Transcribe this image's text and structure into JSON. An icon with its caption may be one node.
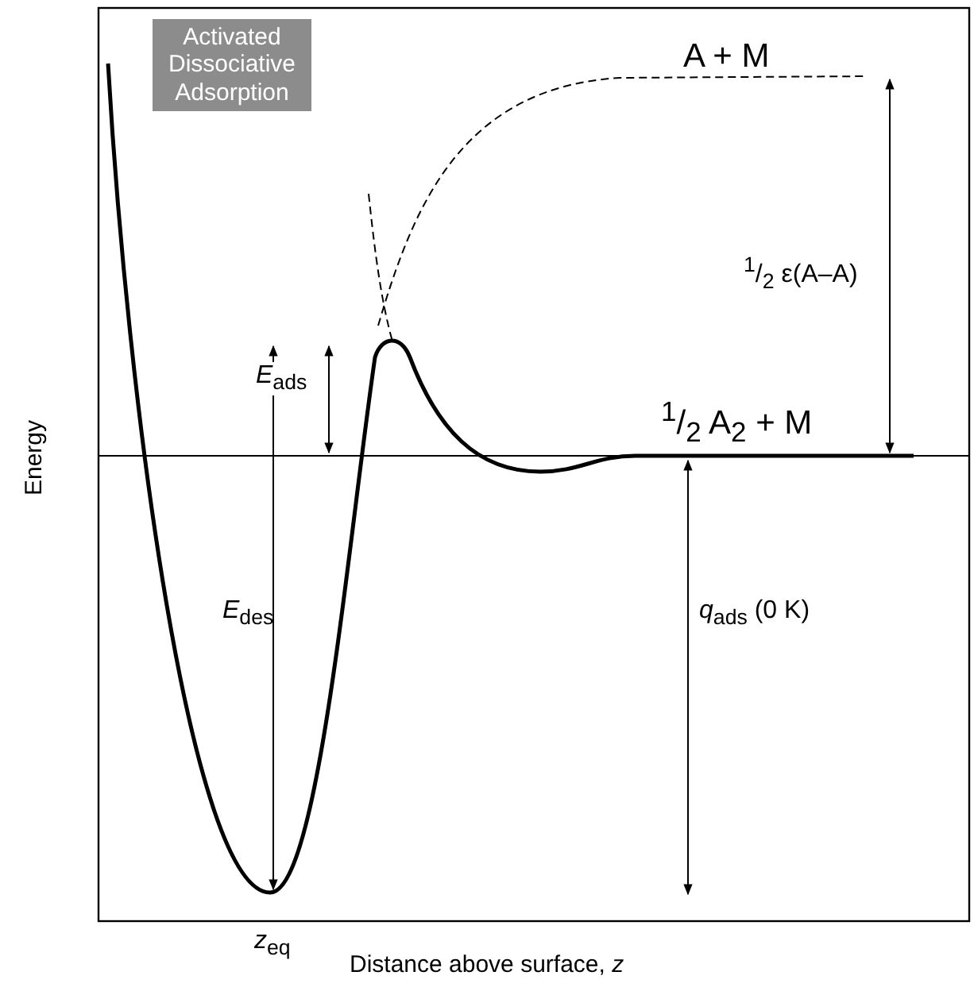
{
  "diagram": {
    "nodes": [
      {
        "text": [
          "Activated Dissociative Adsorption"
        ]
      }
    ],
    "edges": [],
    "labels": [
      "A + M",
      "$^{1}$/$_{2}$ ε(A–A)",
      "$^{1}$/$_{2}$ A$_{2}$ + M",
      "*E*$_{ads}$",
      "*E*$_{des}$",
      "*q*$_{ads}$ (0 K)",
      "*z*$_{eq}$",
      "Energy",
      "Distance above surface, *z*"
    ]
  }
}
